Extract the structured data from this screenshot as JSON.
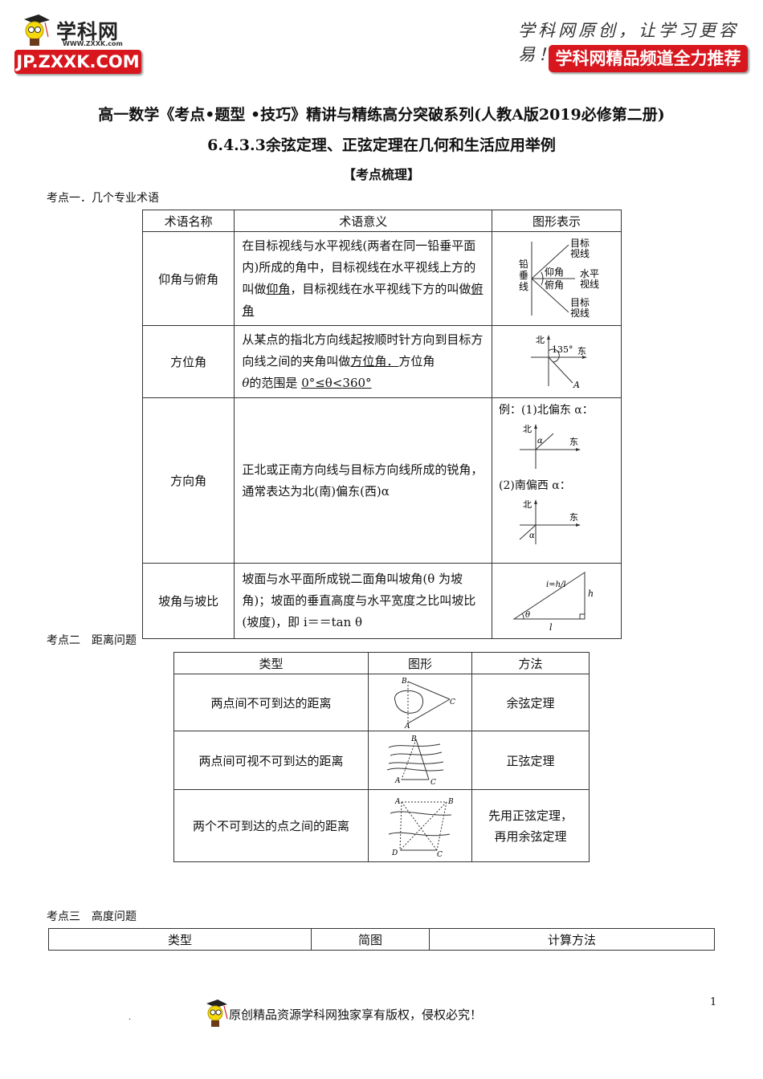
{
  "header": {
    "logo": {
      "name": "学科网",
      "url": "WWW.ZXXK.com",
      "badge": "JP.ZXXK.COM"
    },
    "slogan": "学科网原创，让学习更容易！",
    "banner": "学科网精品频道全力推荐"
  },
  "document": {
    "title": "高一数学《考点•题型 •技巧》精讲与精练高分突破系列(人教A版2019必修第二册)",
    "subtitle": "6.4.3.3余弦定理、正弦定理在几何和生活应用举例",
    "section_heading": "【考点梳理】"
  },
  "section1": {
    "heading": "考点一．几个专业术语",
    "columns": [
      "术语名称",
      "术语意义",
      "图形表示"
    ],
    "rows": [
      {
        "name": "仰角与俯角",
        "desc_pre": "在目标视线与水平视线(两者在同一铅垂平面内)所成的角中，目标视线在水平视线上方的叫做",
        "term1": "仰角",
        "desc_mid": "，目标视线在水平视线下方的叫做",
        "term2": "俯角",
        "figure_labels": {
          "vertical": "铅垂线",
          "target": "目标视线",
          "horizontal": "水平视线",
          "up": "仰角",
          "down": "俯角"
        }
      },
      {
        "name": "方位角",
        "desc_pre": "从某点的指北方向线起按顺时针方向到目标方向线之间的夹角叫做",
        "term1": "方位角．",
        "desc_mid": "方位角",
        "theta": "θ",
        "desc_range_pre": "的范围是 ",
        "range": "0°≤θ<360°",
        "figure_labels": {
          "north": "北",
          "east": "东",
          "angle": "135°",
          "point": "A"
        }
      },
      {
        "name": "方向角",
        "desc": "正北或正南方向线与目标方向线所成的锐角，通常表达为北(南)偏东(西)α",
        "example1": "例：(1)北偏东 α：",
        "example2": "(2)南偏西 α：",
        "figure_labels": {
          "north": "北",
          "east": "东",
          "alpha": "α"
        }
      },
      {
        "name": "坡角与坡比",
        "desc": "坡面与水平面所成锐二面角叫坡角(θ 为坡角)；坡面的垂直高度与水平宽度之比叫坡比(坡度)，即 i＝＝tan θ",
        "figure_labels": {
          "ratio": "i=h/l",
          "h": "h",
          "l": "l",
          "theta": "θ"
        }
      }
    ]
  },
  "section2": {
    "heading": "考点二　距离问题",
    "columns": [
      "类型",
      "图形",
      "方法"
    ],
    "rows": [
      {
        "type": "两点间不可到达的距离",
        "method": "余弦定理"
      },
      {
        "type": "两点间可视不可到达的距离",
        "method": "正弦定理"
      },
      {
        "type": "两个不可到达的点之间的距离",
        "method_line1": "先用正弦定理，",
        "method_line2": "再用余弦定理"
      }
    ]
  },
  "section3": {
    "heading": "考点三　高度问题",
    "columns": [
      "类型",
      "简图",
      "计算方法"
    ]
  },
  "footer": {
    "note": "原创精品资源学科网独家享有版权，侵权必究！",
    "page": "1",
    "mark": "."
  },
  "colors": {
    "brand_red": "#d8161e",
    "text": "#111111",
    "border": "#333333"
  }
}
